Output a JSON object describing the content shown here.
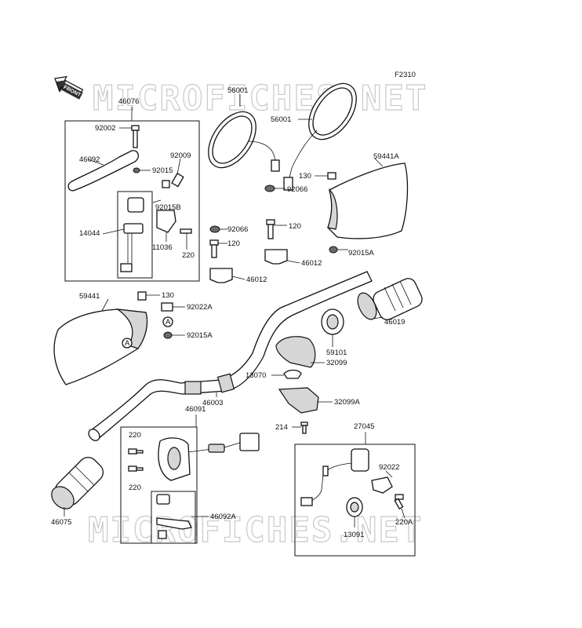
{
  "figure_code": "F2310",
  "watermark": "MICROFICHES.NET",
  "front_arrow_label": "FRONT",
  "marker_A": "A",
  "parts": {
    "p46076": "46076",
    "p92002": "92002",
    "p46092": "46092",
    "p92009": "92009",
    "p92015_a": "92015",
    "p92015B": "92015B",
    "p14044": "14044",
    "p11036": "11036",
    "p220_a": "220",
    "p56001_left": "56001",
    "p56001_right": "56001",
    "p59441A": "59441A",
    "p130_right": "130",
    "p92066_right": "92066",
    "p120_right": "120",
    "p46012_right": "46012",
    "p92015A_right": "92015A",
    "p92066_left": "92066",
    "p120_left": "120",
    "p46012_left": "46012",
    "p59441": "59441",
    "p130_left": "130",
    "p92022A": "92022A",
    "p92015A_left": "92015A",
    "p46019": "46019",
    "p59101": "59101",
    "p32099": "32099",
    "p13070": "13070",
    "p46003": "46003",
    "p32099A": "32099A",
    "p214": "214",
    "p46091": "46091",
    "p220_b": "220",
    "p220_c": "220",
    "p46092A": "46092A",
    "p46075": "46075",
    "p27045": "27045",
    "p92022": "92022",
    "p220A": "220A",
    "p13091": "13091"
  }
}
